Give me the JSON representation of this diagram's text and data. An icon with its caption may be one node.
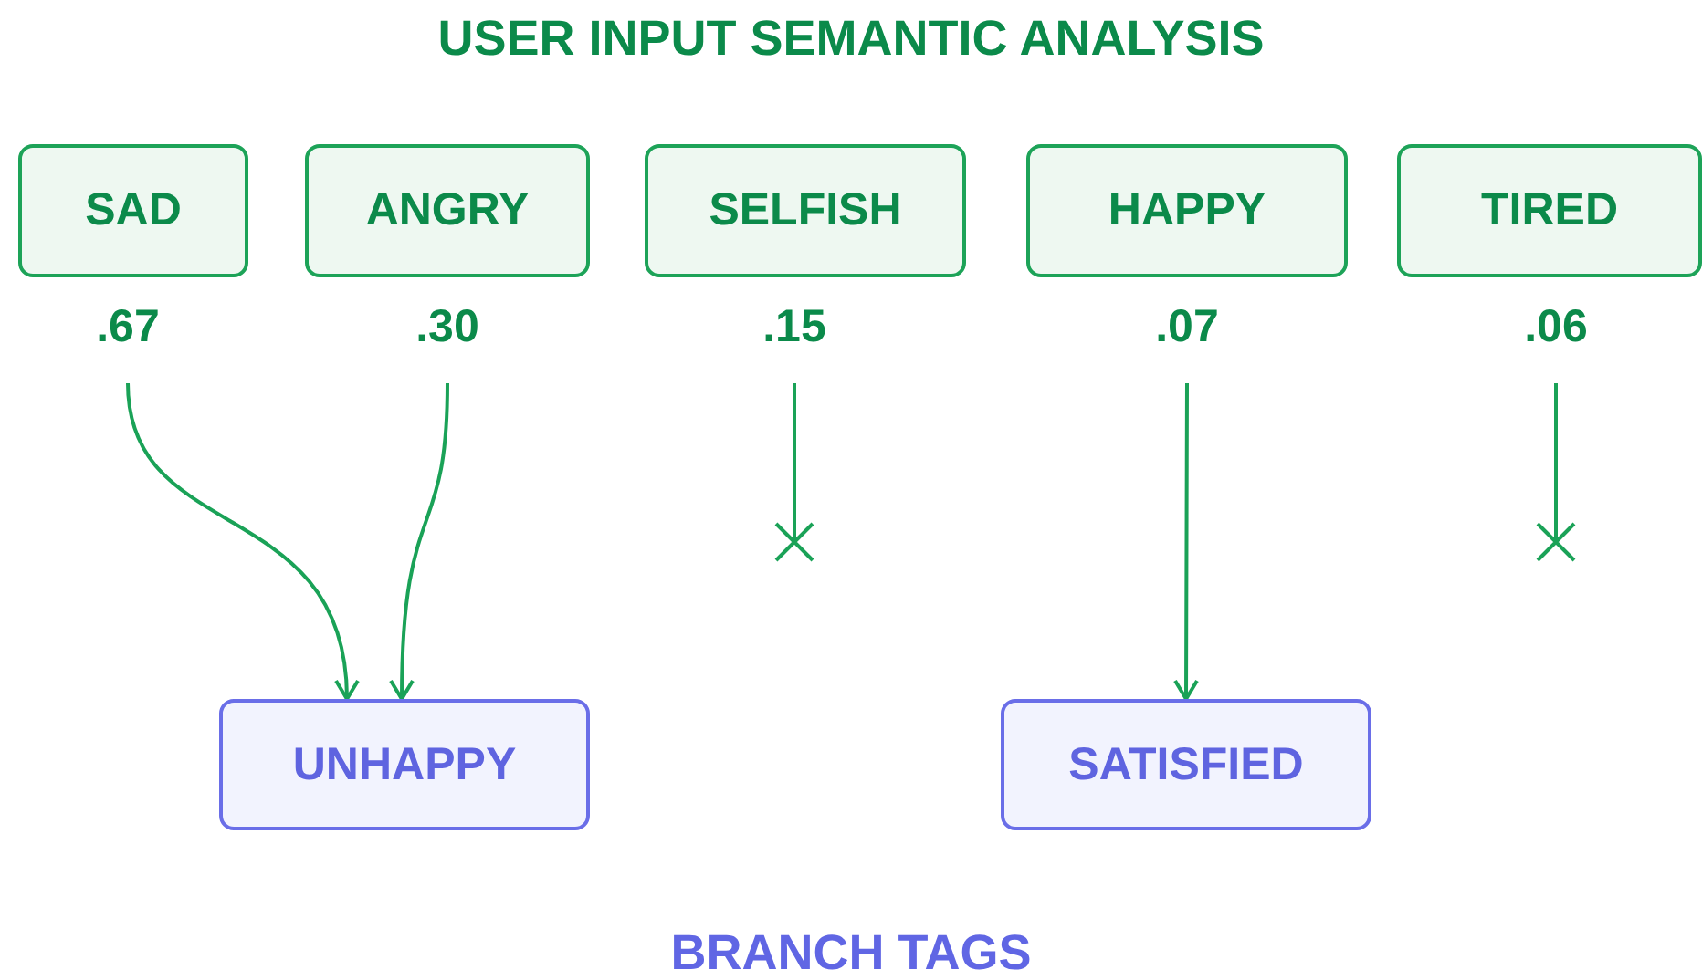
{
  "diagram": {
    "title": "USER INPUT SEMANTIC ANALYSIS",
    "nodes": [
      {
        "text": [
          "SAD"
        ],
        "beside": [
          ".67"
        ]
      },
      {
        "text": [
          "ANGRY"
        ],
        "beside": [
          ".30"
        ]
      },
      {
        "text": [
          "SELFISH"
        ],
        "beside": [
          ".15"
        ]
      },
      {
        "text": [
          "HAPPY"
        ],
        "beside": [
          ".07"
        ]
      },
      {
        "text": [
          "TIRED"
        ],
        "beside": [
          ".06"
        ]
      },
      {
        "text": [
          "UNHAPPY"
        ]
      },
      {
        "text": [
          "SATISFIED"
        ]
      }
    ],
    "edges": [
      {
        "from": 0,
        "to": 5,
        "arrow": "to"
      },
      {
        "from": 1,
        "to": 5,
        "arrow": "to"
      },
      {
        "from": 2,
        "to": null,
        "arrow": "other"
      },
      {
        "from": 3,
        "to": 6,
        "arrow": "to"
      },
      {
        "from": 4,
        "to": null,
        "arrow": "other"
      }
    ],
    "labels": [
      "BRANCH TAGS"
    ]
  }
}
